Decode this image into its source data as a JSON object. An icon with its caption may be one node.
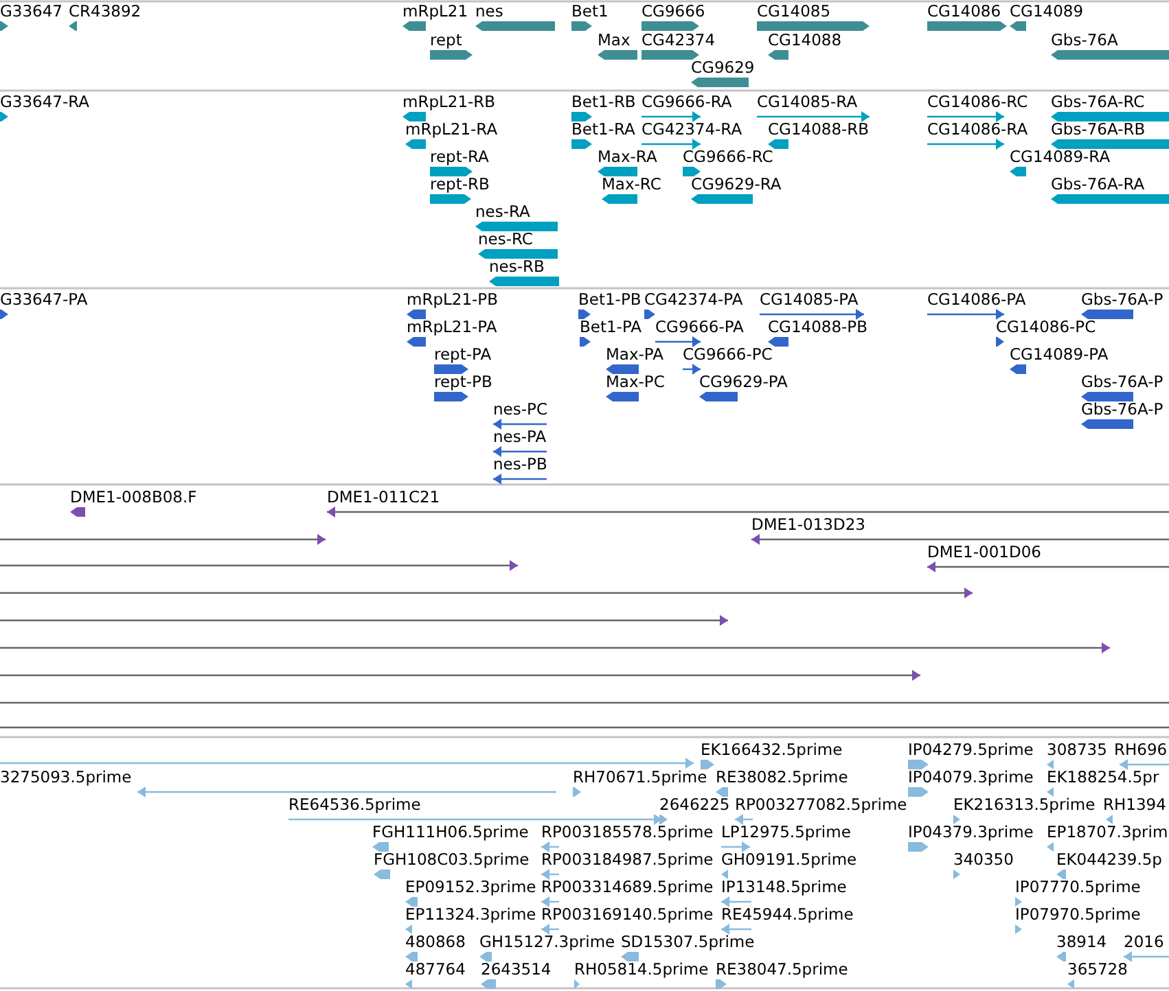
{
  "diagram": {
    "labels": [
      "G33647",
      "CR43892",
      "mRpL21",
      "nes",
      "Bet1",
      "CG9666",
      "CG14085",
      "CG14086",
      "CG14089",
      "rept",
      "Max",
      "CG42374",
      "CG14088",
      "Gbs-76A",
      "CG9629",
      "G33647-RA",
      "mRpL21-RB",
      "Bet1-RB",
      "CG9666-RA",
      "CG14085-RA",
      "CG14086-RC",
      "Gbs-76A-RC",
      "mRpL21-RA",
      "Bet1-RA",
      "CG42374-RA",
      "CG14088-RB",
      "CG14086-RA",
      "Gbs-76A-RB",
      "rept-RA",
      "Max-RA",
      "CG9666-RC",
      "CG14089-RA",
      "rept-RB",
      "Max-RC",
      "CG9629-RA",
      "Gbs-76A-RA",
      "nes-RA",
      "nes-RC",
      "nes-RB",
      "G33647-PA",
      "mRpL21-PB",
      "Bet1-PB",
      "CG42374-PA",
      "CG14085-PA",
      "CG14086-PA",
      "Gbs-76A-P",
      "mRpL21-PA",
      "Bet1-PA",
      "CG9666-PA",
      "CG14088-PB",
      "CG14086-PC",
      "rept-PA",
      "Max-PA",
      "CG9666-PC",
      "CG14089-PA",
      "rept-PB",
      "Max-PC",
      "CG9629-PA",
      "Gbs-76A-P",
      "nes-PC",
      "Gbs-76A-P",
      "nes-PA",
      "nes-PB",
      "DME1-008B08.F",
      "DME1-011C21",
      "DME1-013D23",
      "DME1-001D06",
      "EK166432.5prime",
      "IP04279.5prime",
      "308735",
      "RH696",
      "3275093.5prime",
      "RH70671.5prime",
      "RE38082.5prime",
      "IP04079.3prime",
      "EK188254.5pr",
      "RE64536.5prime",
      "2646225",
      "RP003277082.5prime",
      "EK216313.5prime",
      "RH1394",
      "FGH111H06.5prime",
      "RP003185578.5prime",
      "LP12975.5prime",
      "IP04379.3prime",
      "EP18707.3prim",
      "FGH108C03.5prime",
      "RP003184987.5prime",
      "GH09191.5prime",
      "340350",
      "EK044239.5p",
      "EP09152.3prime",
      "RP003314689.5prime",
      "IP13148.5prime",
      "IP07770.5prime",
      "EP11324.3prime",
      "RP003169140.5prime",
      "RE45944.5prime",
      "IP07970.5prime",
      "480868",
      "GH15127.3prime",
      "SD15307.5prime",
      "38914",
      "2016",
      "487764",
      "2643514",
      "RH05814.5prime",
      "RE38047.5prime",
      "365728"
    ]
  }
}
